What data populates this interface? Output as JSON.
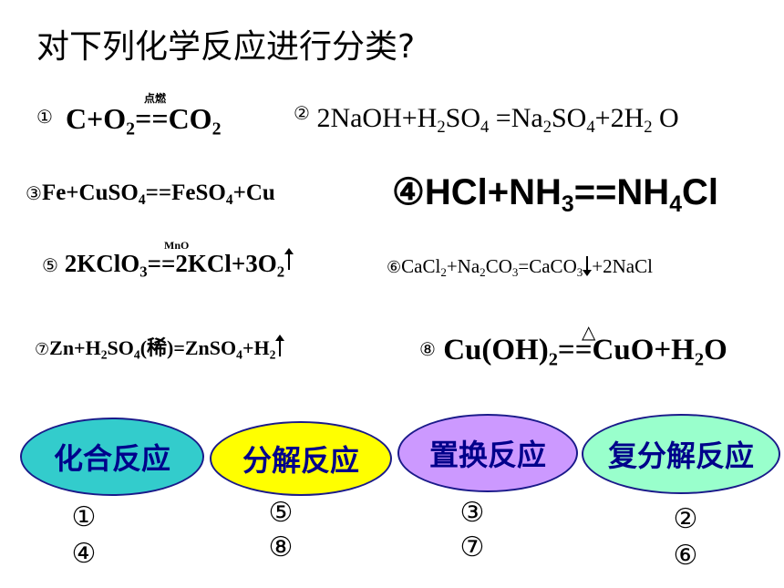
{
  "title": "对下列化学反应进行分类?",
  "reactions": {
    "r1": {
      "num": "①",
      "condition": "点燃",
      "a": "C+O",
      "a_sub": "2",
      "eq": "==CO",
      "b_sub": "2"
    },
    "r2": {
      "num": "②",
      "p1": "2NaOH+H",
      "s1": "2",
      "p2": "SO",
      "s2": "4",
      "p3": " =Na",
      "s3": "2",
      "p4": "SO",
      "s4": "4",
      "p5": "+2H",
      "s5": "2",
      "p6": " O"
    },
    "r3": {
      "num": "③",
      "p1": "Fe+CuSO",
      "s1": "4",
      "p2": "==FeSO",
      "s2": "4",
      "p3": "+Cu"
    },
    "r4": {
      "num": "④",
      "p1": "HCl+NH",
      "s1": "3",
      "p2": "==NH",
      "s2": "4",
      "p3": "Cl"
    },
    "r5": {
      "num": "⑤",
      "condition": "MnO",
      "p1": "2KClO",
      "s1": "3",
      "p2": "==2KCl+3O",
      "s2": "2"
    },
    "r6": {
      "num": "⑥",
      "p1": "CaCl",
      "s1": "2",
      "p2": "+Na",
      "s2": "2",
      "p3": "CO",
      "s3": "3",
      "p4": "=CaCO",
      "s4": "3",
      "p5": "+2NaCl"
    },
    "r7": {
      "num": "⑦",
      "p1": "Zn+H",
      "s1": "2",
      "p2": "SO",
      "s2": "4",
      "p3": "(稀)=ZnSO",
      "s3": "4",
      "p4": "+H",
      "s4": "2"
    },
    "r8": {
      "num": "⑧",
      "condition": "△",
      "p1": "Cu(OH)",
      "s1": "2",
      "p2": "==CuO+H",
      "s2": "2",
      "p3": "O"
    }
  },
  "categories": [
    {
      "label": "化合反应",
      "color": "#33cccc",
      "answers": [
        "①",
        "④"
      ]
    },
    {
      "label": "分解反应",
      "color": "#ffff00",
      "answers": [
        "⑤",
        "⑧"
      ]
    },
    {
      "label": "置换反应",
      "color": "#cc99ff",
      "answers": [
        "③",
        "⑦"
      ]
    },
    {
      "label": "复分解反应",
      "color": "#99ffcc",
      "answers": [
        "②",
        "⑥"
      ]
    }
  ]
}
